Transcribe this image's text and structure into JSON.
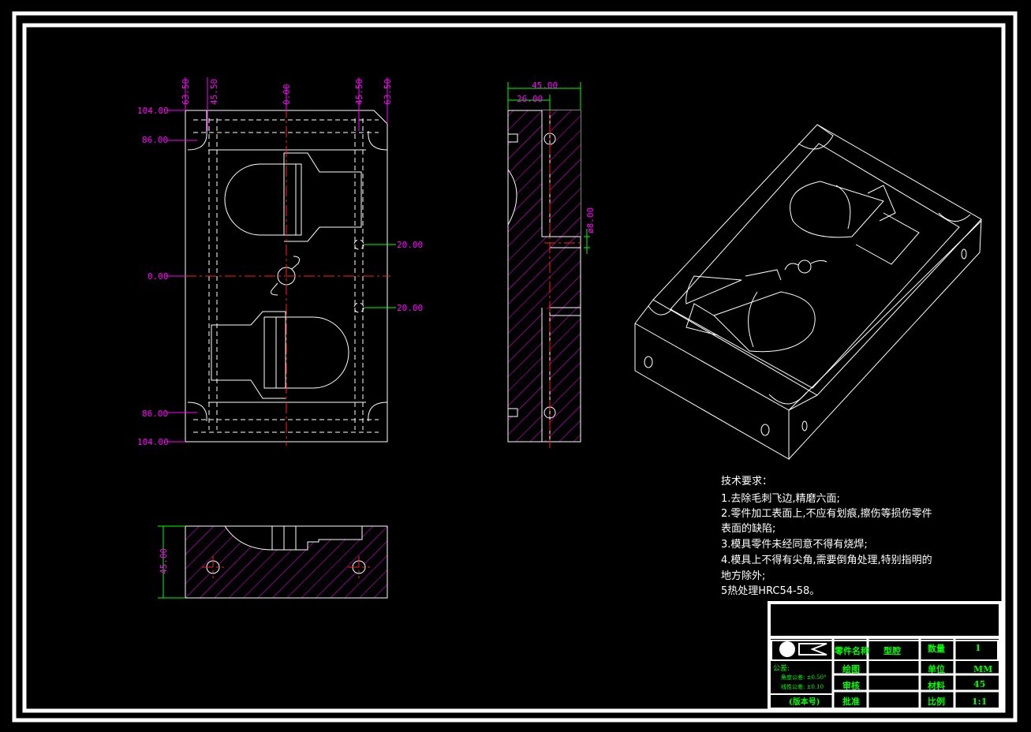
{
  "front_view": {
    "top_dims": [
      "63.50",
      "45.50",
      "0.00",
      "45.50",
      "63.50"
    ],
    "left_dims": [
      "104.00",
      "86.00",
      "0.00",
      "86.00",
      "104.00"
    ],
    "right_dims": [
      "20.00",
      "20.00"
    ]
  },
  "side_view": {
    "width_dim": "45.00",
    "offset_dim": "26.00",
    "hole_dim": "ø8.00"
  },
  "bottom_view": {
    "height_dim": "45.00"
  },
  "tech_notes": {
    "title": "技术要求：",
    "lines": [
      "1.去除毛刺飞边,精磨六面;",
      "2.零件加工表面上,不应有划痕,擦伤等损伤零件",
      "表面的缺陷;",
      "3.模具零件未经同意不得有烧焊;",
      "4.模具上不得有尖角,需要倒角处理,特别指明的",
      "地方除外;",
      "5热处理HRC54-58。"
    ]
  },
  "title_block": {
    "part_name_label": "零件名称",
    "part_name": "型腔",
    "qty_label": "数量",
    "qty": "1",
    "drawn_label": "绘图",
    "unit_label": "单位",
    "unit": "MM",
    "check_label": "审核",
    "material_label": "材料",
    "material": "45",
    "approve_label": "批准",
    "scale_label": "比例",
    "scale": "1:1",
    "tolerance_title": "公差:",
    "tolerance_1": "角度公差: ±0.50°",
    "tolerance_2": "线性公差: ±0.10",
    "version": "(版本号)"
  }
}
